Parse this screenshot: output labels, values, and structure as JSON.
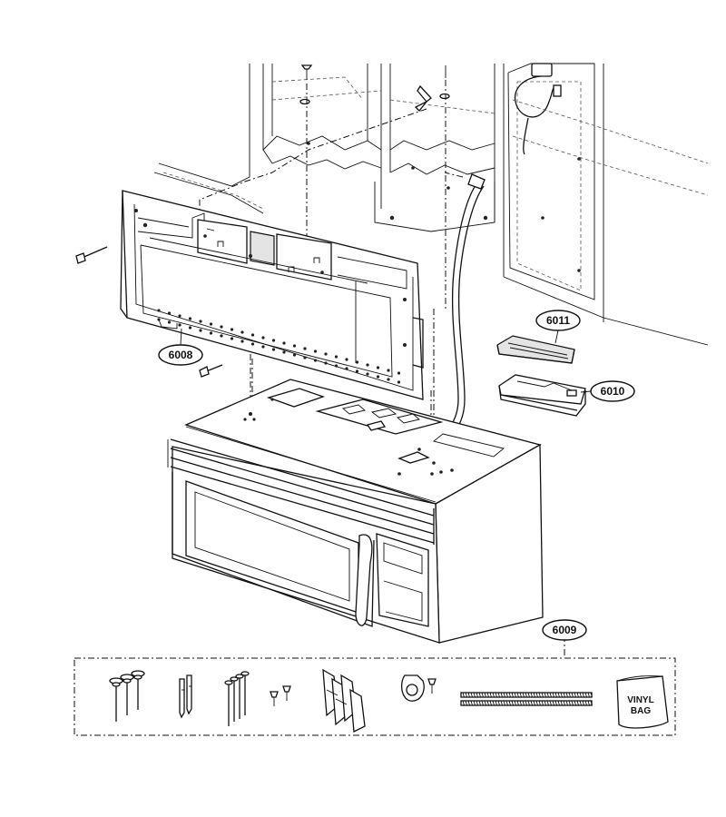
{
  "callouts": {
    "mounting_plate": "6008",
    "hardware_kit": "6009",
    "damper_housing": "6010",
    "damper_plate": "6011"
  },
  "vinyl_bag": {
    "line1": "VINYL",
    "line2": "BAG"
  }
}
